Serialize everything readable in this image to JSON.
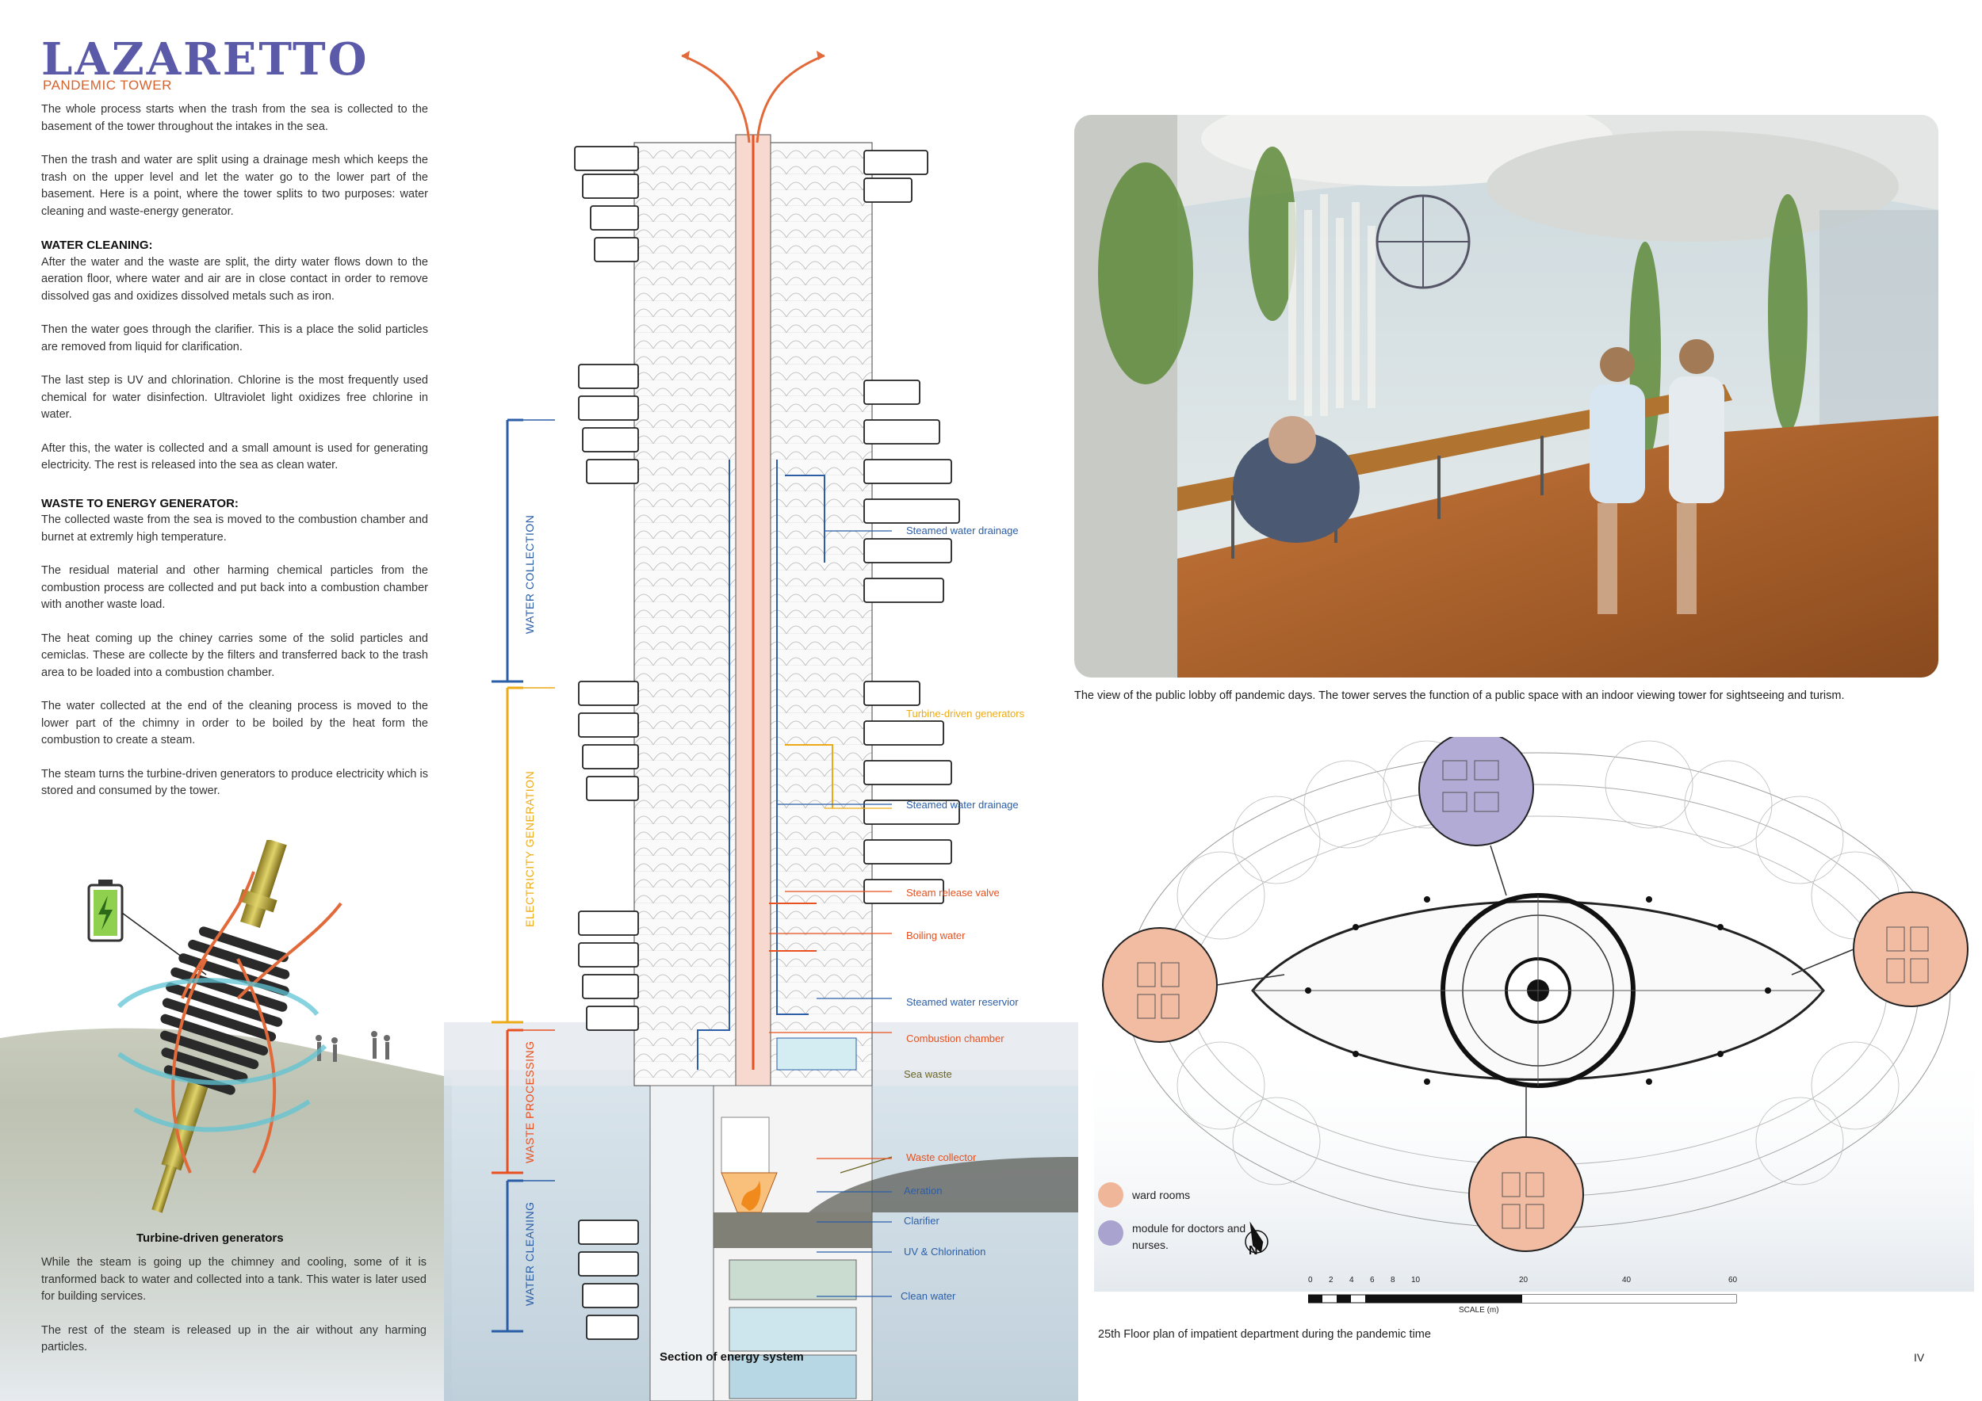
{
  "header": {
    "title": "LAZARETTO",
    "subtitle": "PANDEMIC TOWER"
  },
  "intro": [
    "The whole process starts when the trash from the sea is collected to the basement of the tower throughout the intakes   in the sea.",
    "Then the trash and water are split using a drainage mesh which keeps the trash on the upper level and let the water go to the lower part of the basement. Here is a point, where the tower splits to two purposes: water cleaning and waste-energy generator."
  ],
  "water_cleaning": {
    "heading": "WATER CLEANING:",
    "paragraphs": [
      "After the water and the waste are split, the dirty water flows down to the aeration floor, where water and air are in close contact in order to remove dissolved gas and oxidizes dissolved metals such as iron.",
      "Then the water goes through the clarifier. This is a place the solid particles are removed from liquid for clarification.",
      "The last step is UV and chlorination. Chlorine is the most frequently used chemical for water disinfection. Ultraviolet light oxidizes free chlorine in water.",
      "After this, the water is collected and a small amount is used for generating electricity. The rest is released into the sea as  clean water."
    ]
  },
  "waste_energy": {
    "heading": "WASTE TO ENERGY GENERATOR:",
    "paragraphs": [
      "The collected waste from the sea is moved to the combustion chamber and burnet at extremly high temperature.",
      "The residual material and other harming chemical particles  from the combustion process are collected and put back into a combustion chamber with another waste load.",
      "The heat coming up the chiney carries some of the solid particles and cemiclas. These are collecte by the filters and transferred back to the trash area to be loaded into a combustion chamber.",
      "The water collected at the end of the cleaning process is moved to the lower part of the chimny in order to be boiled by the heat form the combustion to create a steam.",
      "The steam turns the turbine-driven generators to produce electricity which is stored and consumed by the tower."
    ]
  },
  "turbine": {
    "caption": "Turbine-driven generators",
    "paragraphs": [
      "While the steam is going up the chimney and cooling, some of it is tranformed back to water and collected into a tank. This water is later used for building services.",
      "The rest of the steam is released up in the air without any harming particles."
    ]
  },
  "section": {
    "caption": "Section of energy system",
    "zones": [
      "WATER COLLECTION",
      "ELECTRICITY GENERATION",
      "WASTE PROCESSING",
      "WATER CLEANING"
    ],
    "labels": {
      "steam_drain_1": "Steamed water drainage",
      "turbine": "Turbine-driven generators",
      "steam_drain_2": "Steamed water drainage",
      "valve": "Steam release valve",
      "boiling": "Boiling water",
      "reservoir": "Steamed water reservior",
      "combustion": "Combustion chamber",
      "sea_waste": "Sea waste",
      "collector": "Waste collector",
      "aeration": "Aeration",
      "clarifier": "Clarifier",
      "uv": "UV & Chlorination",
      "clean": "Clean water"
    }
  },
  "photo": {
    "caption": "The view of the public lobby off pandemic days. The tower serves the function of a public space with an indoor viewing tower for sightseeing and turism."
  },
  "plan": {
    "legend": [
      {
        "label": "ward rooms",
        "color": "#f0b69a"
      },
      {
        "label": "module for doctors and nurses.",
        "color": "#a9a3cf"
      }
    ],
    "north": "N",
    "scale_ticks": [
      "0",
      "2",
      "4",
      "6",
      "8",
      "10",
      "20",
      "40",
      "60"
    ],
    "scale_label": "SCALE (m)",
    "caption": "25th Floor plan of impatient department during the pandemic time"
  },
  "page_number": "IV",
  "colors": {
    "accent_purple": "#5b5aa8",
    "accent_orange": "#e8501f",
    "accent_blue": "#2b5ea7",
    "accent_yellow": "#eeaa14"
  }
}
